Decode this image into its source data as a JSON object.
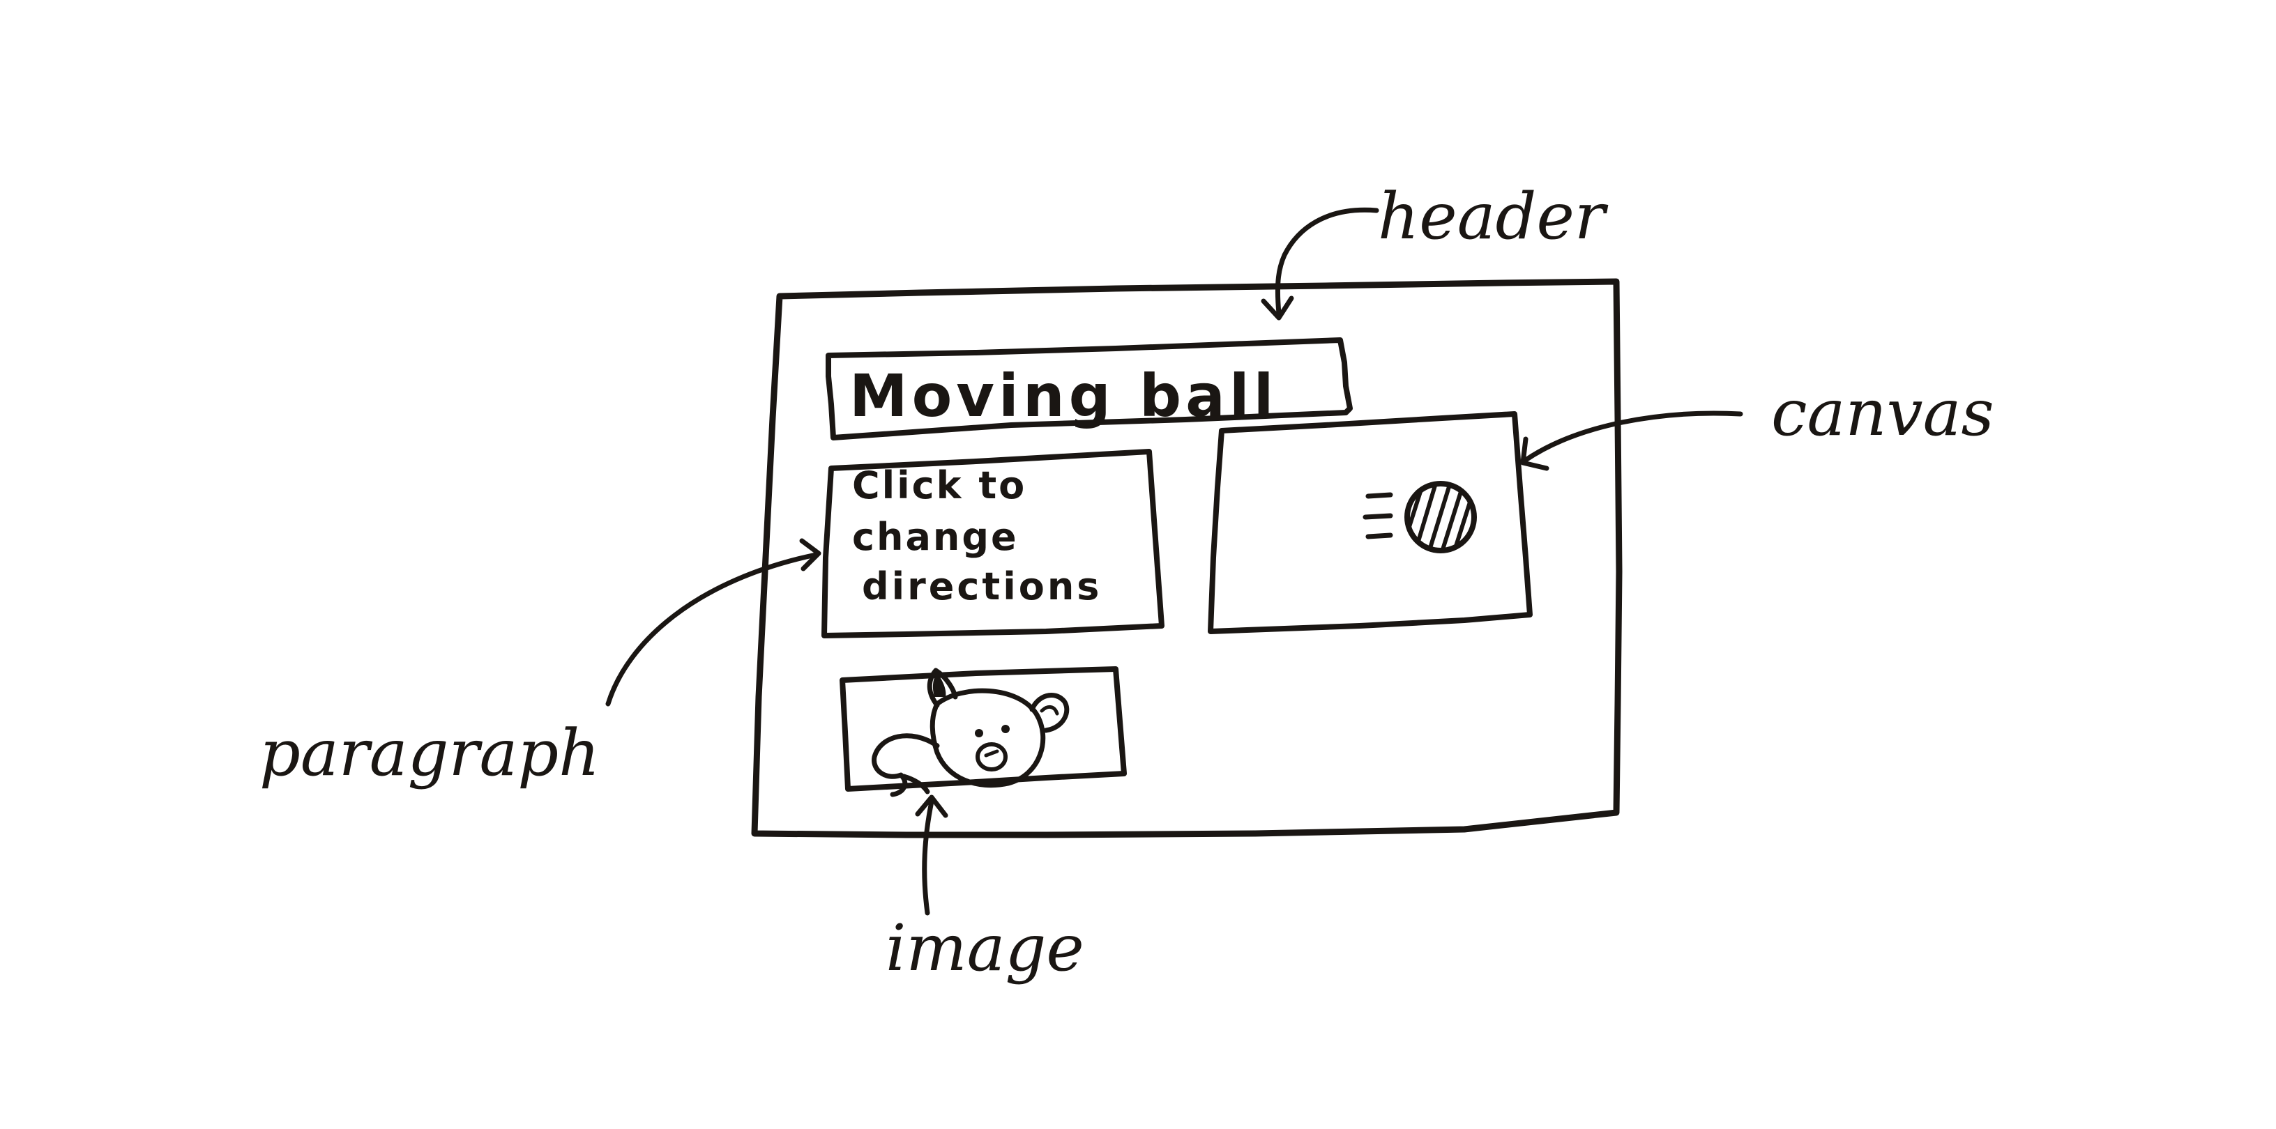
{
  "labels": {
    "header": "header",
    "canvas": "canvas",
    "paragraph": "paragraph",
    "image": "image"
  },
  "mockup": {
    "title": "Moving ball",
    "paragraph_lines": [
      "Click to",
      "change",
      "directions"
    ]
  },
  "colors": {
    "ink": "#1a1613",
    "paper": "#ffffff"
  },
  "icons": {
    "ball": "striped-ball-icon",
    "motion": "motion-lines-icon",
    "image": "pig-face-icon"
  }
}
